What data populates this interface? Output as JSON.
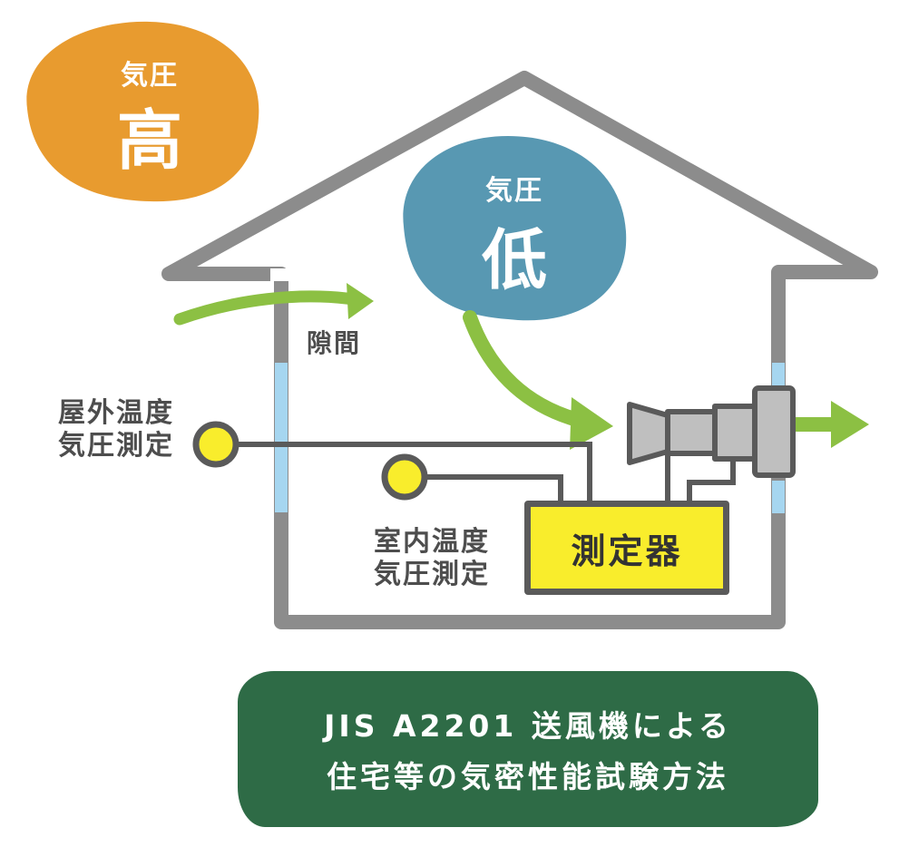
{
  "pressure_high": {
    "small": "気圧",
    "big": "高"
  },
  "pressure_low": {
    "small": "気圧",
    "big": "低"
  },
  "gap_label": "隙間",
  "outside_sensor_label": [
    "屋外温度",
    "気圧測定"
  ],
  "indoor_sensor_label": [
    "室内温度",
    "気圧測定"
  ],
  "meter_label": "測定器",
  "standard_banner": [
    "JIS A2201 送風機による",
    "住宅等の気密性能試験方法"
  ],
  "colors": {
    "high_pressure": "#e89b2f",
    "low_pressure": "#5898b2",
    "house_outline": "#8c8c8c",
    "gap_window": "#a6d6f0",
    "arrow_green": "#8cc043",
    "sensor_yellow": "#f9ed2c",
    "banner_green": "#2e6b46",
    "wire": "#5a5a5a",
    "blower": "#bfbfbf"
  },
  "icons": [
    "house-outline",
    "gap-arrow-icon",
    "flow-arrow-icon",
    "exhaust-arrow-icon",
    "sensor-icon",
    "blower-icon"
  ]
}
